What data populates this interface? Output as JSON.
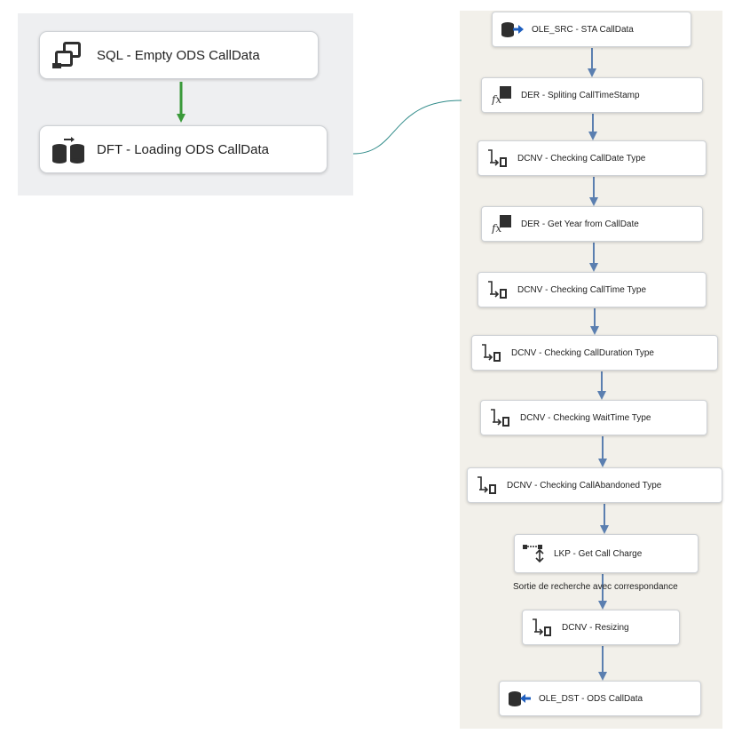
{
  "control_flow": {
    "tasks": [
      {
        "id": "sql",
        "label": "SQL - Empty ODS CallData",
        "icon": "sql-task-icon"
      },
      {
        "id": "dft",
        "label": "DFT - Loading ODS CallData",
        "icon": "data-flow-task-icon"
      }
    ],
    "precedence_color": "#3a9a3a"
  },
  "data_flow": {
    "components": [
      {
        "label": "OLE_SRC - STA CallData",
        "icon": "ole-source-icon"
      },
      {
        "label": "DER - Spliting CallTimeStamp",
        "icon": "derived-column-icon"
      },
      {
        "label": "DCNV - Checking CallDate Type",
        "icon": "data-conversion-icon"
      },
      {
        "label": "DER - Get Year from CallDate",
        "icon": "derived-column-icon"
      },
      {
        "label": "DCNV - Checking CallTime Type",
        "icon": "data-conversion-icon"
      },
      {
        "label": "DCNV - Checking CallDuration Type",
        "icon": "data-conversion-icon"
      },
      {
        "label": "DCNV - Checking WaitTime Type",
        "icon": "data-conversion-icon"
      },
      {
        "label": "DCNV - Checking CallAbandoned Type",
        "icon": "data-conversion-icon"
      },
      {
        "label": "LKP - Get Call Charge",
        "icon": "lookup-icon"
      },
      {
        "label": "DCNV - Resizing",
        "icon": "data-conversion-icon"
      },
      {
        "label": "OLE_DST - ODS CallData",
        "icon": "ole-destination-icon"
      }
    ],
    "lookup_output_label": "Sortie de recherche avec correspondance",
    "path_color": "#5b7fb0"
  }
}
